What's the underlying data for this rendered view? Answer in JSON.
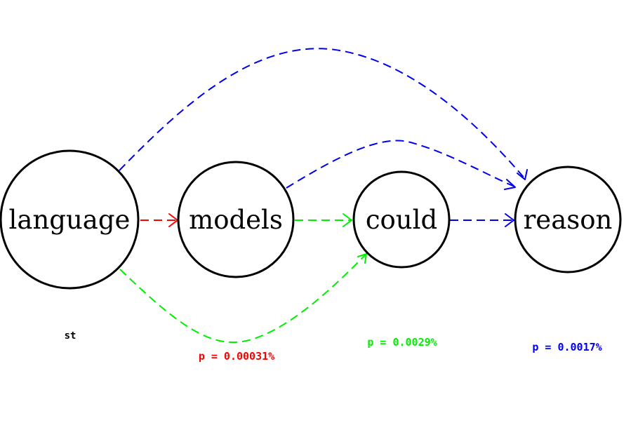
{
  "nodes": [
    {
      "id": "language",
      "label": "language"
    },
    {
      "id": "models",
      "label": "models"
    },
    {
      "id": "could",
      "label": "could"
    },
    {
      "id": "reason",
      "label": "reason"
    }
  ],
  "edges": [
    {
      "from": "language",
      "to": "models",
      "color": "#ff0000",
      "style": "dashed"
    },
    {
      "from": "models",
      "to": "could",
      "color": "#00ee00",
      "style": "dashed"
    },
    {
      "from": "language",
      "to": "could",
      "color": "#00ee00",
      "style": "dashed"
    },
    {
      "from": "could",
      "to": "reason",
      "color": "#0000ee",
      "style": "dashed"
    },
    {
      "from": "models",
      "to": "reason",
      "color": "#0000ee",
      "style": "dashed"
    },
    {
      "from": "language",
      "to": "reason",
      "color": "#0000ee",
      "style": "dashed"
    }
  ],
  "tag": "st",
  "probabilities": [
    {
      "text": "p = 0.00031%",
      "color": "#ff0000"
    },
    {
      "text": "p = 0.0029%",
      "color": "#00ee00"
    },
    {
      "text": "p = 0.0017%",
      "color": "#0000ee"
    }
  ]
}
